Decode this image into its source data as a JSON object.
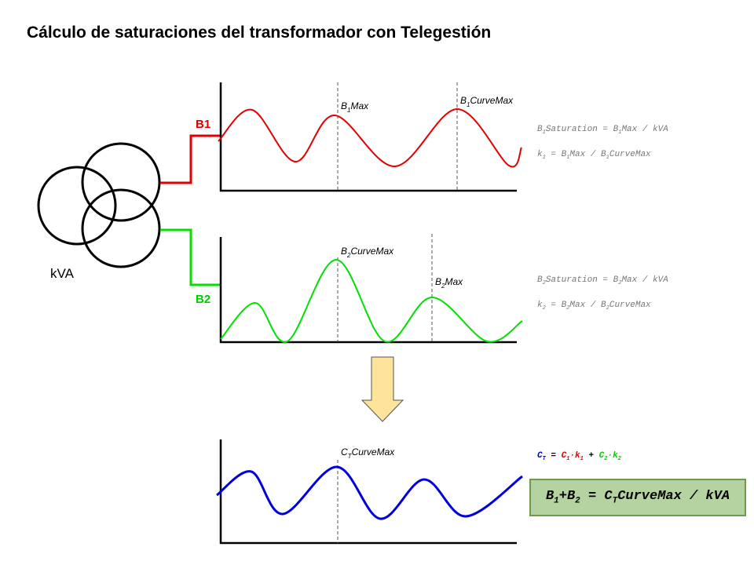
{
  "title": "Cálculo de saturaciones del transformador con Telegestión",
  "transformer": {
    "label": "kVA"
  },
  "branches": {
    "b1": {
      "label": "B1",
      "color": "#e00000"
    },
    "b2": {
      "label": "B2",
      "color": "#00e000"
    }
  },
  "curve_labels": {
    "b1_max": {
      "main": "B",
      "sub": "1",
      "rest": "Max"
    },
    "b1_curve_max": {
      "main": "B",
      "sub": "1",
      "rest": "CurveMax"
    },
    "b2_curve_max": {
      "main": "B",
      "sub": "2",
      "rest": "CurveMax"
    },
    "b2_max": {
      "main": "B",
      "sub": "2",
      "rest": "Max"
    },
    "ct_curve_max": {
      "main": "C",
      "sub": "T",
      "rest": "CurveMax"
    }
  },
  "formulas": {
    "b1_sat": {
      "a": "B",
      "a_sub": "1",
      "b": "Saturation = B",
      "b_sub": "1",
      "c": "Max / kVA"
    },
    "k1": {
      "a": "k",
      "a_sub": "1",
      "b": " = B",
      "b_sub": "1",
      "c": "Max / B",
      "c_sub": "1",
      "d": "CurveMax"
    },
    "b2_sat": {
      "a": "B",
      "a_sub": "2",
      "b": "Saturation = B",
      "b_sub": "2",
      "c": "Max / kVA"
    },
    "k2": {
      "a": "k",
      "a_sub": "2",
      "b": " = B",
      "b_sub": "2",
      "c": "Max / B",
      "c_sub": "2",
      "d": "CurveMax"
    },
    "ct": {
      "ct": "C",
      "ct_sub": "T",
      "eq": " = ",
      "c1": "C",
      "c1_sub": "1",
      "dot1": "·k",
      "k1_sub": "1",
      "plus": " + ",
      "c2": "C",
      "c2_sub": "2",
      "dot2": "·k",
      "k2_sub": "2"
    },
    "result": {
      "b1": "B",
      "b1_sub": "1",
      "plus": "+B",
      "b2_sub": "2",
      "eq": " = C",
      "ct_sub": "T",
      "rest": "CurveMax / kVA"
    }
  },
  "colors": {
    "blue": "#0000dd",
    "red": "#e00000",
    "green": "#00e000",
    "arrow_fill": "#fde49a",
    "arrow_stroke": "#555555",
    "formula_gray": "#777777",
    "box_fill": "#b5d3a0"
  }
}
